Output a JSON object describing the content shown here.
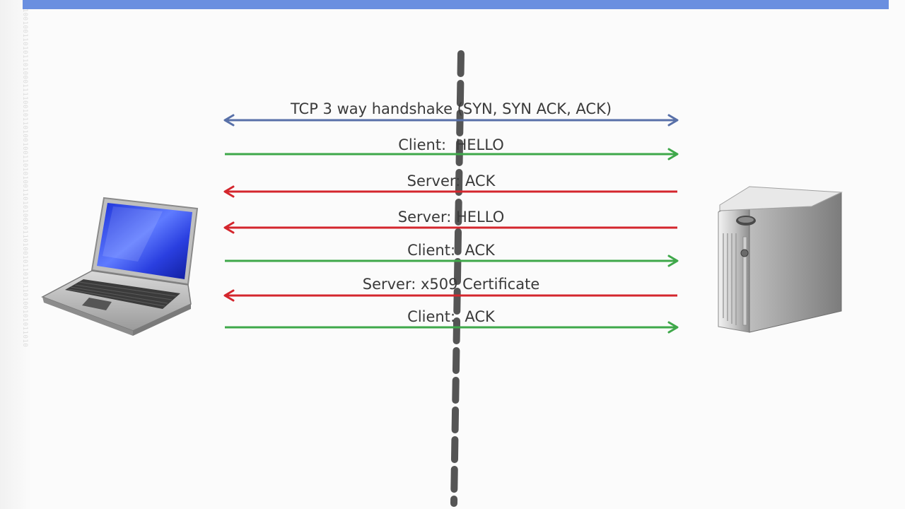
{
  "background_strip": "01100100110101101000111100101101001001101010011010100101101001011010110100101011010",
  "colors": {
    "header_bar": "#6a8fe0",
    "blue_arrow": "#5870a8",
    "green_arrow": "#3fa84a",
    "red_arrow": "#d4262d",
    "divider": "#555555"
  },
  "icons": {
    "client": "laptop-icon",
    "server": "server-tower-icon"
  },
  "messages": [
    {
      "label": "TCP 3 way handshake (SYN, SYN ACK, ACK)",
      "direction": "both",
      "color": "#5870a8"
    },
    {
      "label": "Client:  HELLO",
      "direction": "to-server",
      "color": "#3fa84a"
    },
    {
      "label": "Server: ACK",
      "direction": "to-client",
      "color": "#d4262d"
    },
    {
      "label": "Server: HELLO",
      "direction": "to-client",
      "color": "#d4262d"
    },
    {
      "label": "Client:  ACK",
      "direction": "to-server",
      "color": "#3fa84a"
    },
    {
      "label": "Server: x509 Certificate",
      "direction": "to-client",
      "color": "#d4262d"
    },
    {
      "label": "Client:  ACK",
      "direction": "to-server",
      "color": "#3fa84a"
    }
  ]
}
